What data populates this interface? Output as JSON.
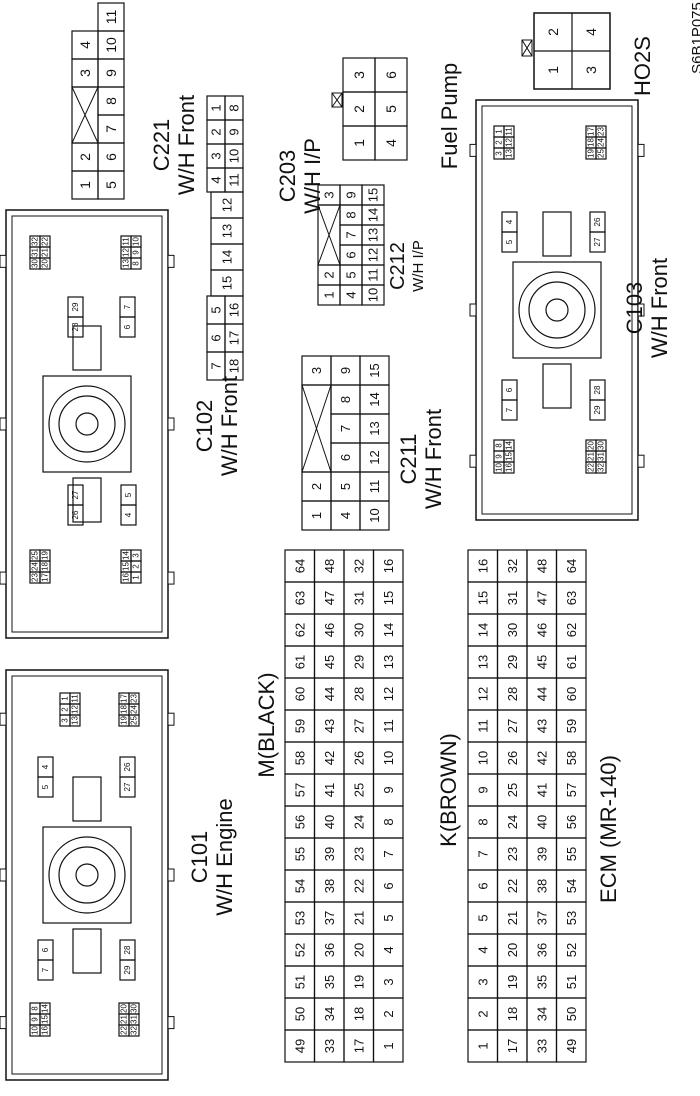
{
  "figure_code": "S6B1P075",
  "connectors": {
    "c221": {
      "name": "C221",
      "harness": "W/H Front",
      "row_a": [
        "1",
        "2",
        "X",
        "3",
        "4"
      ],
      "row_b": [
        "5",
        "6",
        "7",
        "8",
        "9",
        "10",
        "11"
      ]
    },
    "c203": {
      "name": "C203",
      "harness": "W/H I/P",
      "row_a": [
        "7",
        "6",
        "5",
        "15",
        "14",
        "13",
        "12",
        "4",
        "3",
        "2",
        "1"
      ],
      "row_b": [
        "18",
        "17",
        "16",
        "15",
        "14",
        "13",
        "12",
        "11",
        "10",
        "9",
        "8"
      ]
    },
    "fuel_pump": {
      "name": "Fuel Pump",
      "pins": [
        "1",
        "2",
        "3",
        "4",
        "5",
        "6"
      ]
    },
    "ho2s": {
      "name": "HO2S",
      "pins": [
        "1",
        "2",
        "3",
        "4"
      ]
    },
    "c212": {
      "name": "C212",
      "harness": "W/H I/P",
      "row_a": [
        "1",
        "2",
        "X",
        "3"
      ],
      "row_b": [
        "4",
        "5",
        "6",
        "7",
        "8",
        "9"
      ],
      "row_c": [
        "10",
        "11",
        "12",
        "13",
        "14",
        "15"
      ]
    },
    "c211": {
      "name": "C211",
      "harness": "W/H Front",
      "row_a": [
        "1",
        "2",
        "X",
        "3"
      ],
      "row_b": [
        "4",
        "5",
        "6",
        "7",
        "8",
        "9"
      ],
      "row_c": [
        "10",
        "11",
        "12",
        "13",
        "14",
        "15"
      ]
    },
    "c101": {
      "name": "C101",
      "harness": "W/H Engine"
    },
    "c102": {
      "name": "C102",
      "harness": "W/H Front"
    },
    "c103": {
      "name": "C103",
      "harness": "W/H Front"
    },
    "ecm": {
      "name": "ECM (MR-140)",
      "m": {
        "label": "M(BLACK)",
        "start": 1,
        "end": 64
      },
      "k": {
        "label": "K(BROWN)",
        "start": 1,
        "end": 64
      }
    }
  }
}
